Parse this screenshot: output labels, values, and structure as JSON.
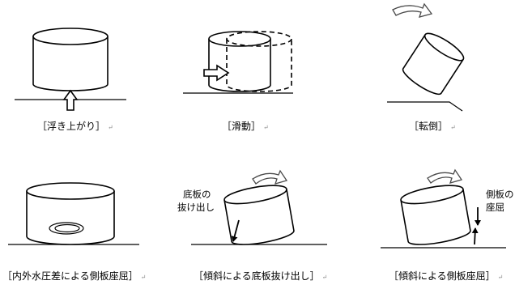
{
  "captions": {
    "flotation": "［浮き上がり］",
    "sliding": "［滑動］",
    "overturning": "［転倒］",
    "buckling_pressure": "［内外水圧差による側板座屈］",
    "bottom_pullout": "［傾斜による底板抜け出し］",
    "buckling_tilt": "［傾斜による側板座屈］"
  },
  "return_mark": "↵",
  "notes": {
    "bottom_pullout_line1": "底板の",
    "bottom_pullout_line2": "抜け出し",
    "buckling_line1": "側板の",
    "buckling_line2": "座屈"
  }
}
